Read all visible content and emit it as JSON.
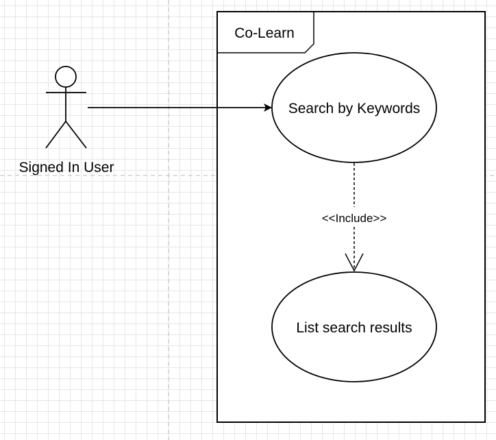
{
  "diagram": {
    "type": "use-case",
    "system": {
      "name": "Co-Learn"
    },
    "actor": {
      "name": "Signed In User"
    },
    "use_cases": [
      {
        "id": "search",
        "label": "Search by Keywords"
      },
      {
        "id": "results",
        "label": "List search results"
      }
    ],
    "relations": [
      {
        "from": "actor",
        "to": "search",
        "kind": "association"
      },
      {
        "from": "search",
        "to": "results",
        "kind": "include",
        "label": "<<Include>>"
      }
    ]
  },
  "colors": {
    "background": "#ffffff",
    "grid": "#e6e6e6",
    "page_break": "#c8c8c8",
    "stroke": "#000000"
  }
}
